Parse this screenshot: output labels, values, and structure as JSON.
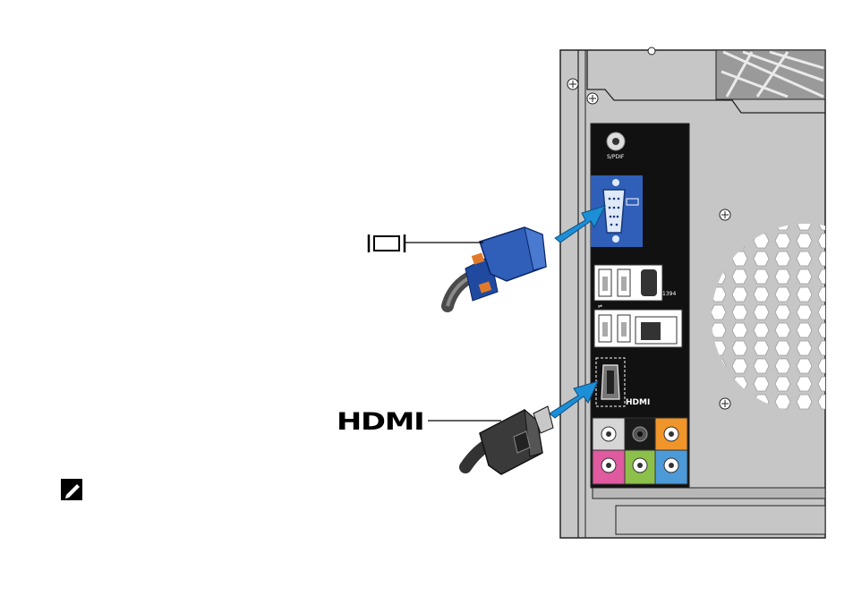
{
  "labels": {
    "hdmi_callout": "HDMI",
    "port_spdif": "S/PDIF",
    "port_1394": "1394",
    "port_hdmi": "HDMI"
  },
  "icons": {
    "vga_callout": "vga-monitor-icon",
    "note": "note-pencil-icon",
    "usb": "usb-icon",
    "network": "network-icon"
  },
  "colors": {
    "vga_blue": "#2f5fb8",
    "arrow_blue": "#1c8fd6",
    "audio_orange": "#f0952a",
    "audio_pink": "#e05aa0",
    "audio_green": "#8cc04a",
    "audio_blue": "#4d9ad8",
    "audio_gray": "#d6d6d6",
    "chassis_gray": "#c8c8c8",
    "panel_black": "#111111"
  }
}
